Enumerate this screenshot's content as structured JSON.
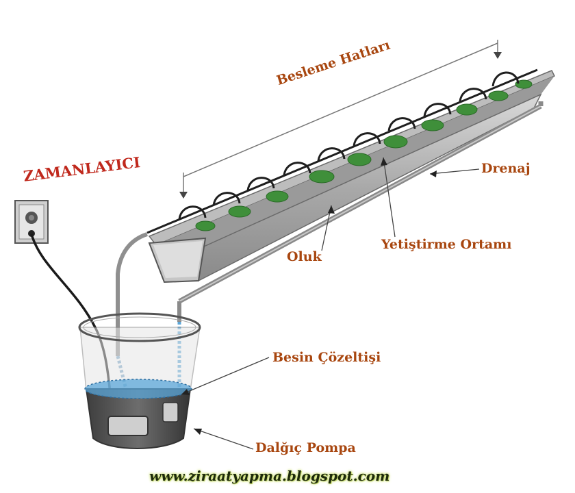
{
  "labels": {
    "timer": "ZAMANLAYICI",
    "feed_lines": "Besleme Hatları",
    "drainage": "Drenaj",
    "gutter": "Oluk",
    "growing_medium": "Yetiştirme Ortamı",
    "nutrient_solution": "Besin Çözeltişi",
    "submersible_pump": "Dalğıç Pompa"
  },
  "watermark": "www.ziraatyapma.blogspot.com",
  "colors": {
    "label_orange": "#a8460f",
    "label_red": "#c0281c",
    "water_blue": "#5aa6d8",
    "plant_green": "#3f8f3a"
  }
}
